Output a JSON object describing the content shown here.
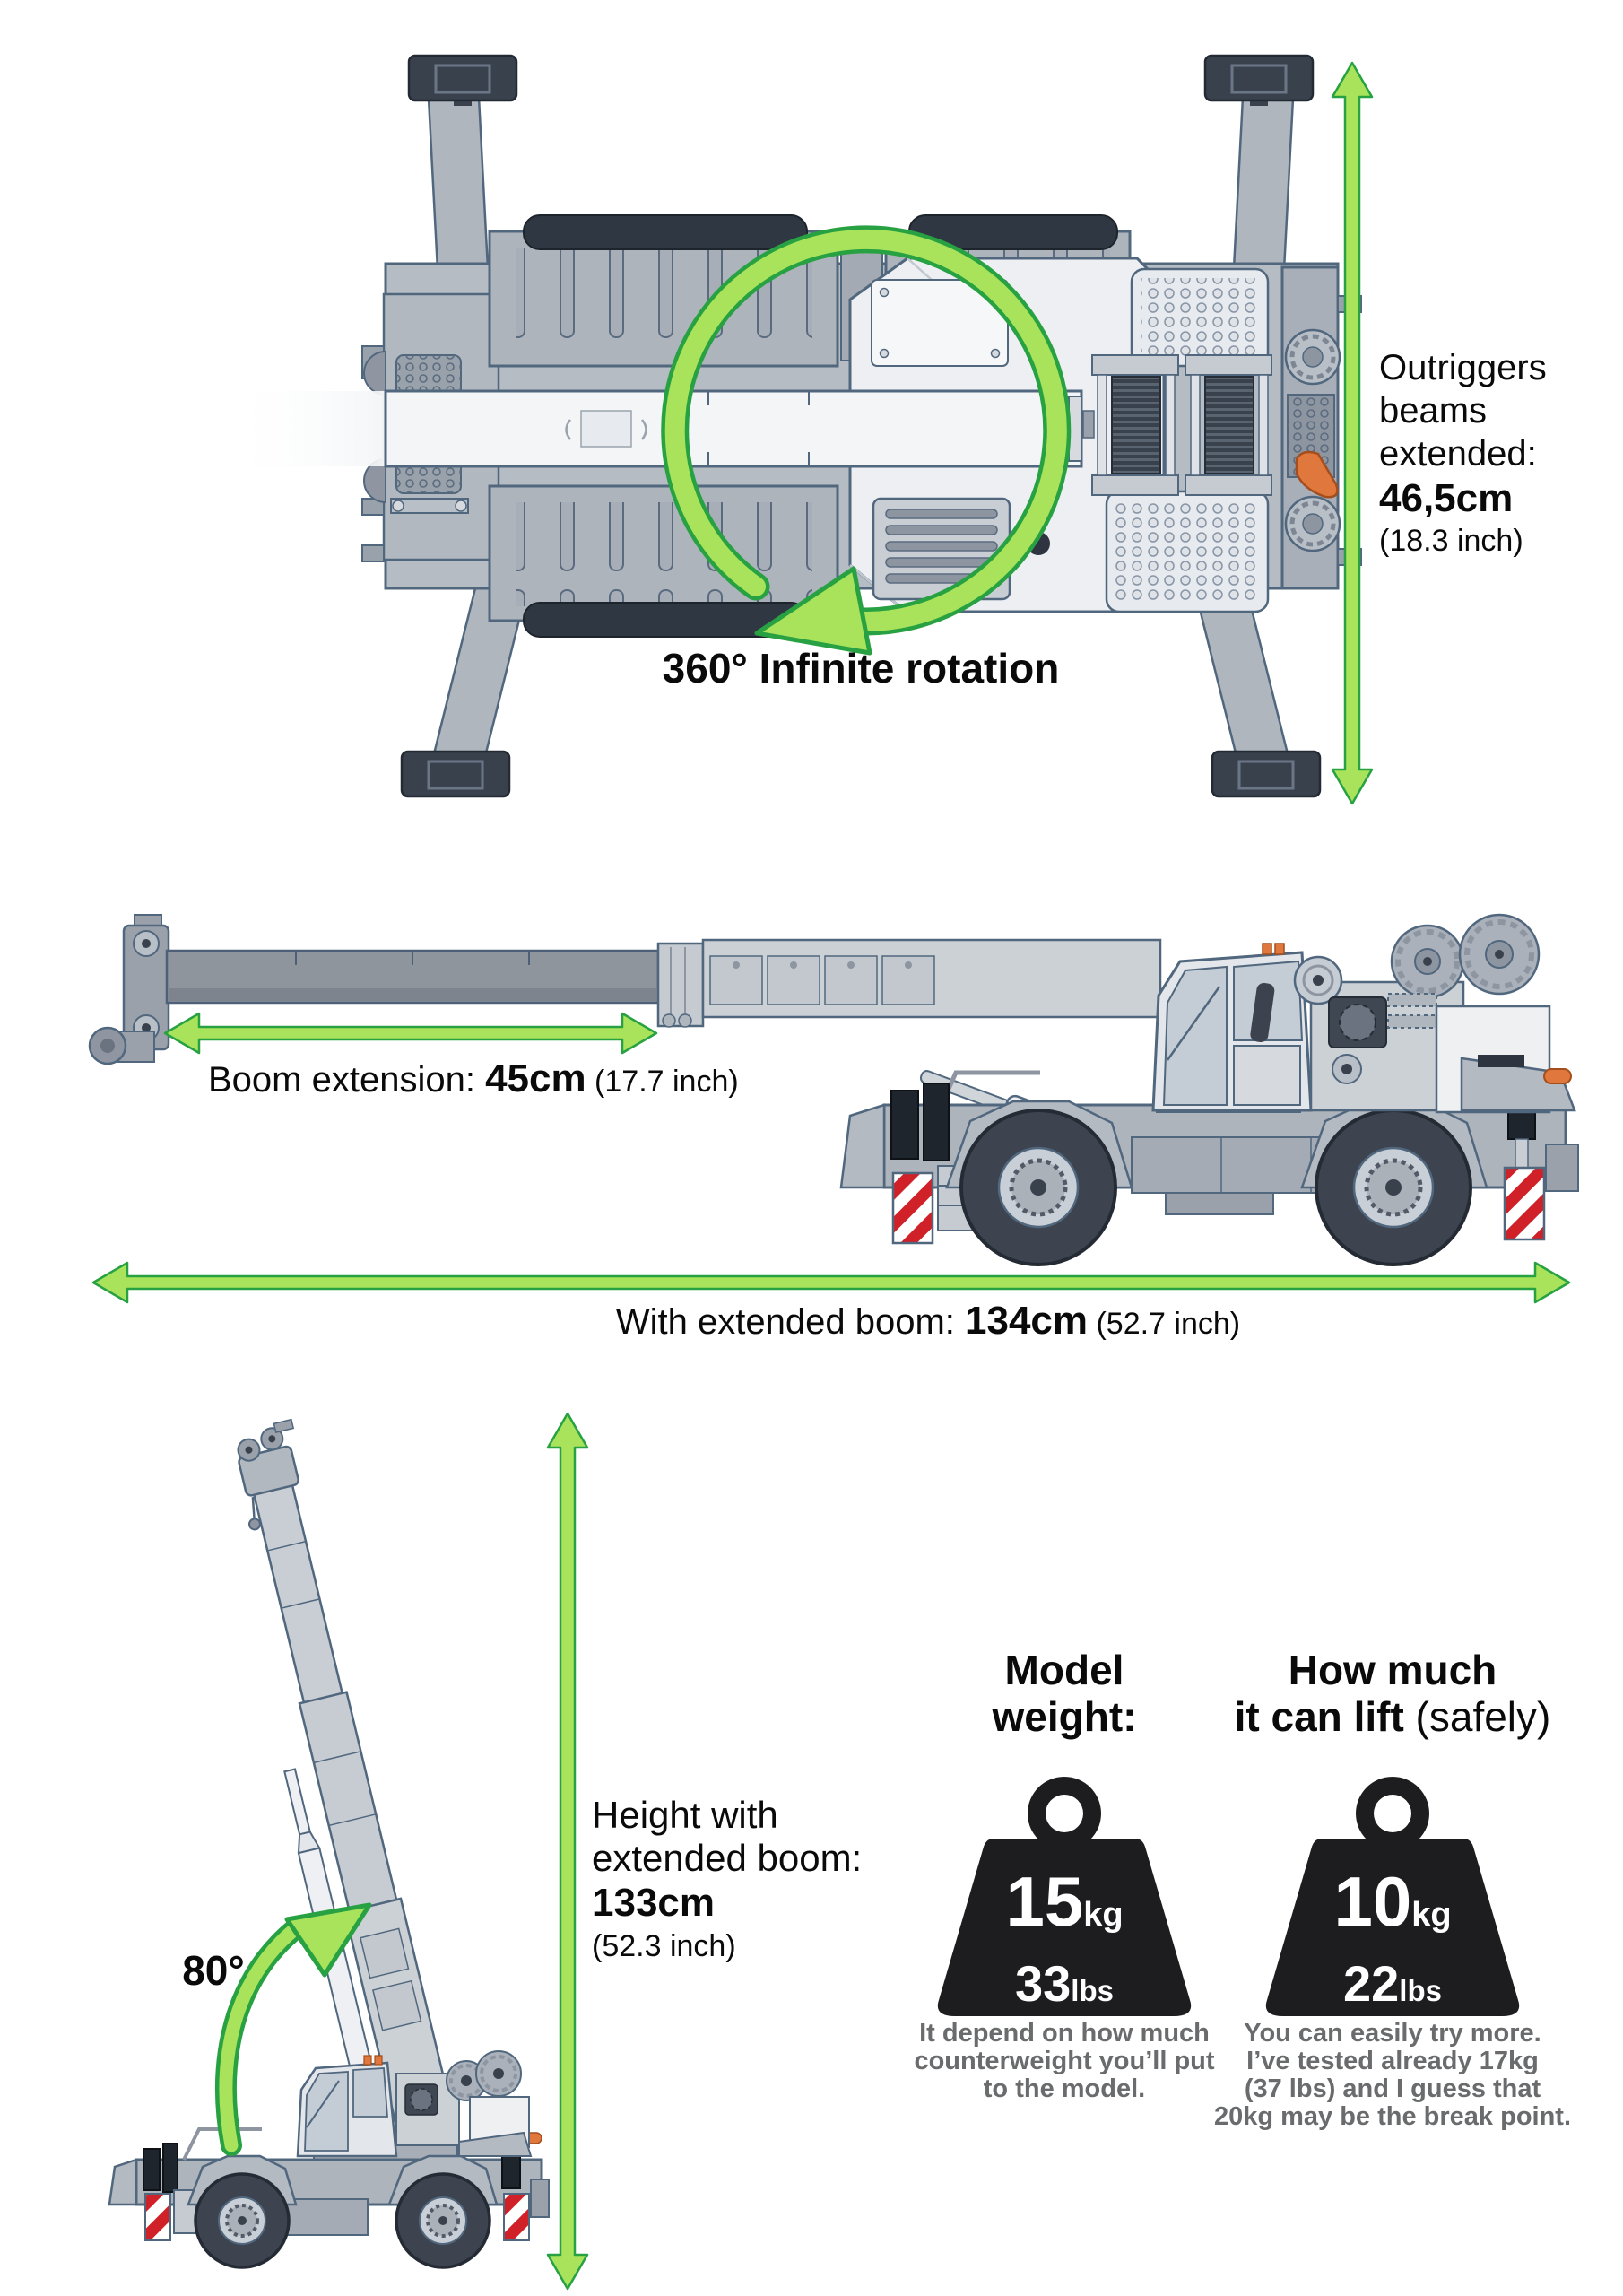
{
  "colors": {
    "accent_green": "#a8e35b",
    "accent_green_dark": "#27a142",
    "text_black": "#0a0a0a",
    "caption_gray": "#6a6b6d",
    "weight_black": "#1d1d1f",
    "hazard_red": "#cf2127",
    "detail_orange": "#e0773c",
    "cylinder_blue": "#2f5fae"
  },
  "top_view": {
    "rotation_label": "360° Infinite rotation",
    "outriggers": {
      "label_line1": "Outriggers",
      "label_line2": "beams",
      "label_line3": "extended:",
      "value": "46,5cm",
      "alt_value": "(18.3 inch)"
    }
  },
  "side_view": {
    "boom_extension": {
      "label": "Boom extension: ",
      "value": "45cm",
      "alt_value": " (17.7 inch)"
    },
    "overall_width": {
      "label": "With extended boom: ",
      "value": "134cm",
      "alt_value": " (52.7 inch)"
    }
  },
  "height_view": {
    "angle": "80°",
    "height": {
      "label_line1": "Height with",
      "label_line2": "extended boom:",
      "value": "133cm",
      "alt_value": "(52.3 inch)"
    }
  },
  "model_weight": {
    "title_line1": "Model",
    "title_line2": "weight:",
    "kg": "15",
    "kg_unit": "kg",
    "lbs": "33",
    "lbs_unit": "lbs",
    "note_line1": "It depend on how much",
    "note_line2": "counterweight you’ll put",
    "note_line3": "to the model."
  },
  "lift_capacity": {
    "title_line1": "How much",
    "title_line2_bold": "it can lift ",
    "title_line2_normal": "(safely)",
    "kg": "10",
    "kg_unit": "kg",
    "lbs": "22",
    "lbs_unit": "lbs",
    "note_line1": "You can easily try more.",
    "note_line2": "I’ve tested already 17kg",
    "note_line3": "(37 lbs) and I guess that",
    "note_line4": "20kg may be the break point."
  }
}
